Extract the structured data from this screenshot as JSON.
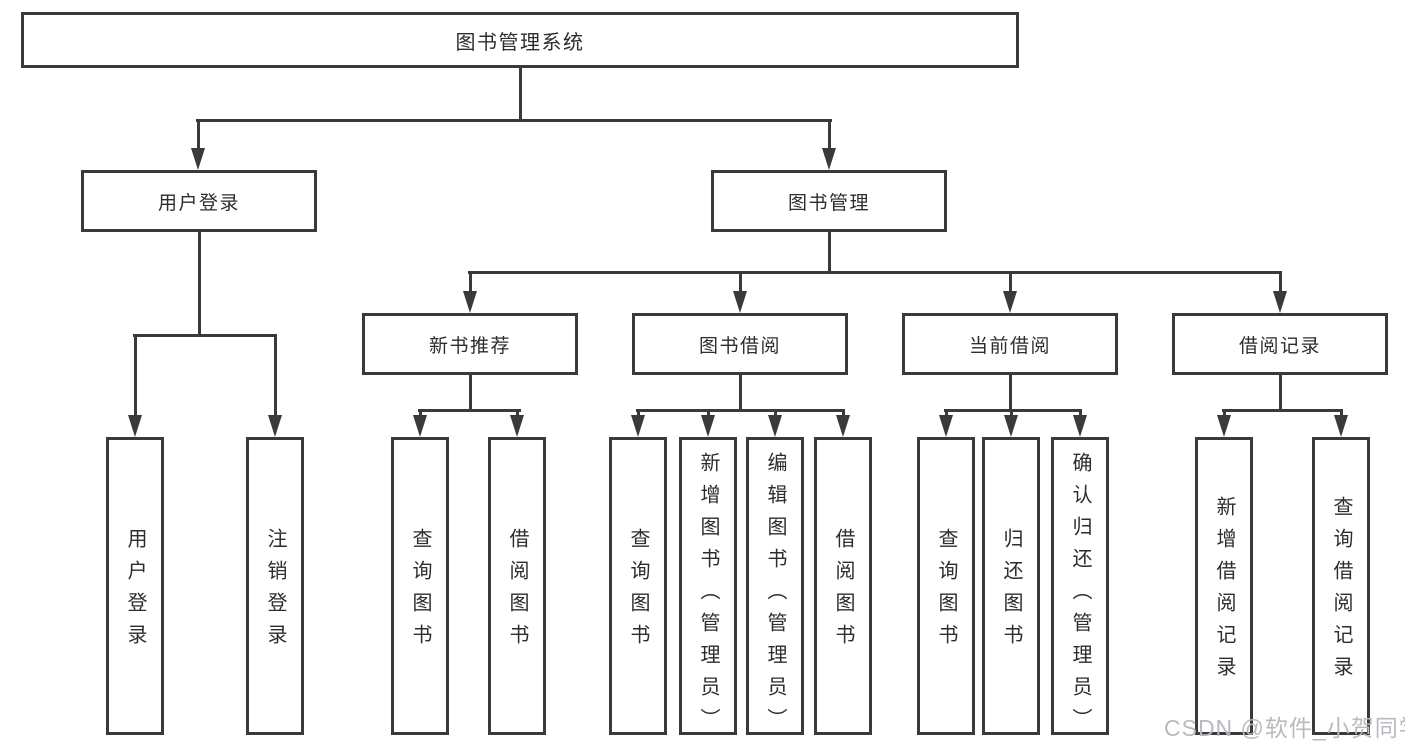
{
  "diagram": {
    "root": {
      "label": "图书管理系统"
    },
    "branches": [
      {
        "label": "用户登录",
        "children": [
          "用户登录",
          "注销登录"
        ]
      },
      {
        "label": "图书管理",
        "groups": [
          {
            "label": "新书推荐",
            "children": [
              "查询图书",
              "借阅图书"
            ]
          },
          {
            "label": "图书借阅",
            "children": [
              "查询图书",
              "新增图书（管理员）",
              "编辑图书（管理员）",
              "借阅图书"
            ]
          },
          {
            "label": "当前借阅",
            "children": [
              "查询图书",
              "归还图书",
              "确认归还（管理员）"
            ]
          },
          {
            "label": "借阅记录",
            "children": [
              "新增借阅记录",
              "查询借阅记录"
            ]
          }
        ]
      }
    ]
  },
  "watermark": {
    "text": "CSDN @软件_小贺同学"
  },
  "colors": {
    "line": "#3a3a3a",
    "text": "#2d2d2d",
    "background": "#ffffff",
    "watermark": "#b7bbbf"
  }
}
